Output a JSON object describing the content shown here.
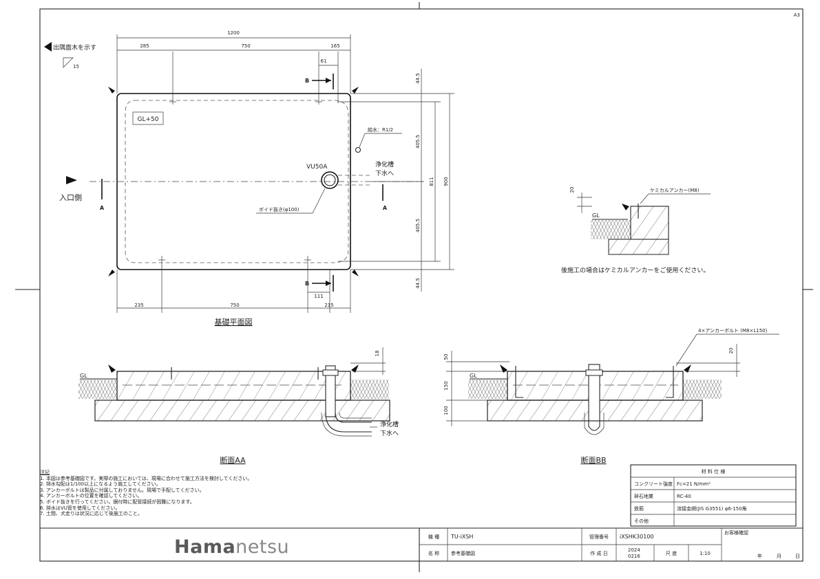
{
  "sheet": {
    "size_label": "A3"
  },
  "plan": {
    "title": "基礎平面図",
    "legend_label": "出隅面木を示す",
    "chamfer_label": "15",
    "level_label": "GL+50",
    "entry_label": "入口側",
    "drain_label": "VU50A",
    "outlet_label_1": "浄化槽",
    "outlet_label_2": "下水へ",
    "water_label": "給水：R1/2",
    "void_label": "ボイド抜き(φ100)",
    "section_a": "A",
    "section_b": "B",
    "dims": {
      "top_total": "1200",
      "top_left": "285",
      "top_mid": "750",
      "top_right": "165",
      "top_small": "61",
      "bottom_left": "235",
      "bottom_mid": "750",
      "bottom_right": "215",
      "bottom_small": "111",
      "right_top": "44.5",
      "right_upper": "405.5",
      "right_lower": "405.5",
      "right_bottom": "44.5",
      "right_inner": "811",
      "right_total": "900"
    }
  },
  "detail": {
    "anchor_label": "ケミカルアンカー(M8)",
    "dim_20": "20",
    "gl_label": "GL",
    "note": "後施工の場合はケミカルアンカーをご使用ください。"
  },
  "section_aa": {
    "title": "断面AA",
    "gl_label": "GL",
    "dim_18": "18",
    "outlet_label_1": "浄化槽",
    "outlet_label_2": "下水へ"
  },
  "section_bb": {
    "title": "断面BB",
    "gl_label": "GL",
    "dim_50": "50",
    "dim_150": "150",
    "dim_100": "100",
    "dim_20": "20",
    "bolt_label": "4×アンカーボルト (M8×L150)"
  },
  "notes": {
    "title": "注記",
    "items": [
      "1. 本図は参考基礎図です。実際の施工においては、現場に合わせて施工方法を検討してください。",
      "2. 排水勾配は1/100以上になるよう施工してください。",
      "3. アンカーボルトは製品に付属しておりません。現場で手配してください。",
      "4. アンカーボルトの位置を確認してください。",
      "5. ボイド抜きを行ってください。据付時に配管接続が困難になります。",
      "6. 排水はVU管を使用してください。",
      "7. 土間、犬走りは状況に応じて後施工のこと。"
    ]
  },
  "materials": {
    "header": "材 料 仕 様",
    "rows": [
      {
        "label": "コンクリート強度",
        "value": "Fc=21 N/mm²"
      },
      {
        "label": "砕石地業",
        "value": "RC-40"
      },
      {
        "label": "鉄筋",
        "value": "溶接金網(JIS G3551) φ6-150角"
      },
      {
        "label": "その他",
        "value": ""
      }
    ]
  },
  "titleblock": {
    "logo_dark": "Hama",
    "logo_light": "netsu",
    "model_label": "機 種",
    "model_value": "TU-iXSH",
    "name_label": "名 称",
    "name_value": "参考基礎図",
    "manage_label": "管理番号",
    "manage_value": "iXSHK30100",
    "date_label": "作 成 日",
    "date_value_1": "2024",
    "date_value_2": "0216",
    "scale_label": "尺 度",
    "scale_value": "1:10",
    "confirm_label": "お客様確認",
    "year": "年",
    "month": "月",
    "day": "日"
  }
}
